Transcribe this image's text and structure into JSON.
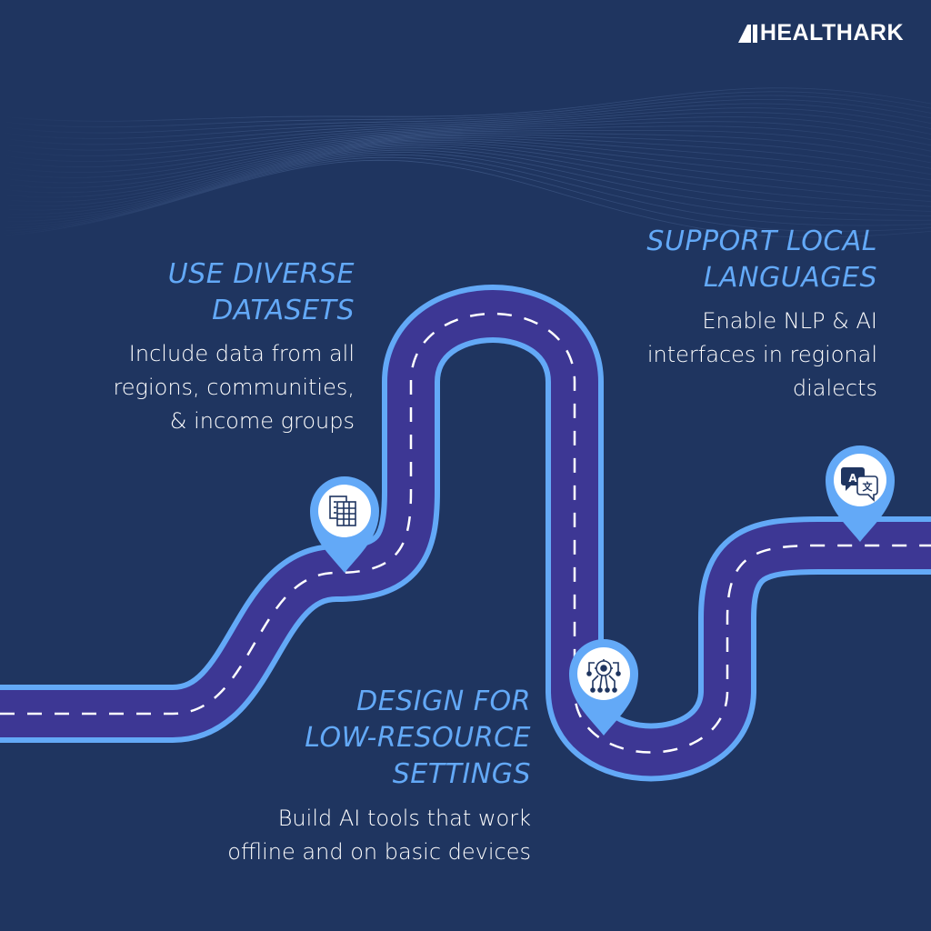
{
  "brand": {
    "name": "HEALTHARK"
  },
  "colors": {
    "background": "#1f3560",
    "road": "#3d3794",
    "road_edge": "#63a9f7",
    "heading": "#63a9f7",
    "text": "#ffffff"
  },
  "steps": [
    {
      "heading_lines": [
        "USE DIVERSE",
        "DATASETS"
      ],
      "body_lines": [
        "Include data from all",
        "regions, communities,",
        "& income groups"
      ],
      "icon": "spreadsheet-icon"
    },
    {
      "heading_lines": [
        "SUPPORT LOCAL",
        "LANGUAGES"
      ],
      "body_lines": [
        "Enable NLP & AI",
        "interfaces in regional",
        "dialects"
      ],
      "icon": "translate-icon"
    },
    {
      "heading_lines": [
        "DESIGN FOR",
        "LOW-RESOURCE",
        "SETTINGS"
      ],
      "body_lines": [
        "Build AI tools that work",
        "offline and on basic devices"
      ],
      "icon": "ai-network-icon"
    }
  ]
}
